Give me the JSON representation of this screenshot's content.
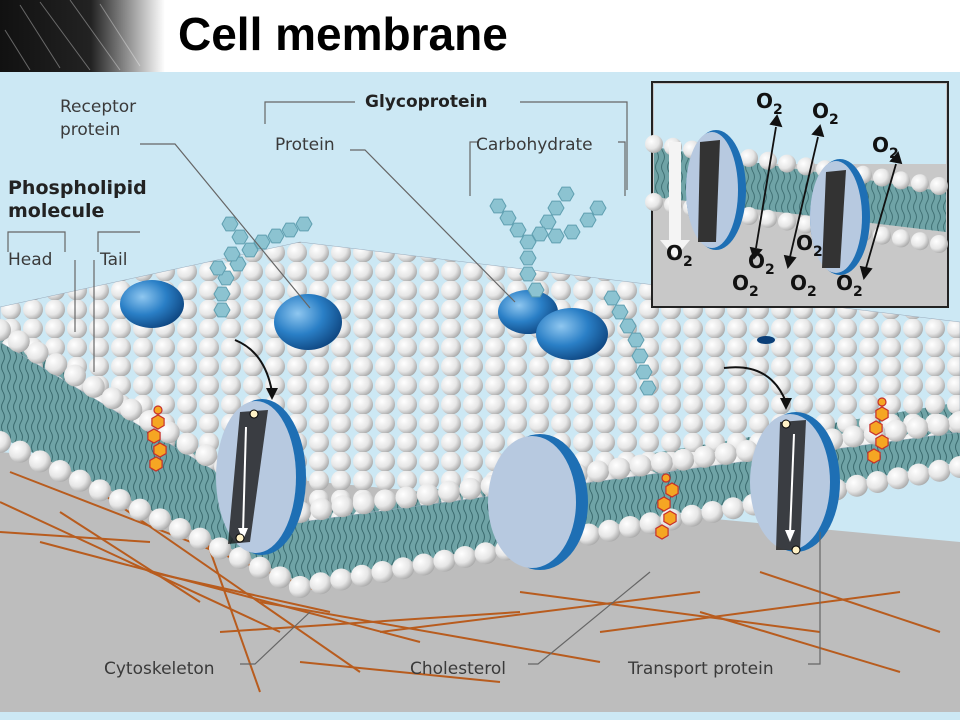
{
  "title": "Cell membrane",
  "labels": {
    "receptor_protein_line1": "Receptor",
    "receptor_protein_line2": "protein",
    "glycoprotein": "Glycoprotein",
    "protein": "Protein",
    "carbohydrate": "Carbohydrate",
    "phospholipid_line1": "Phospholipid",
    "phospholipid_line2": "molecule",
    "head": "Head",
    "tail": "Tail",
    "cytoskeleton": "Cytoskeleton",
    "cholesterol": "Cholesterol",
    "transport_protein": "Transport protein"
  },
  "inset": {
    "molecule": "O",
    "subscript": "2"
  },
  "colors": {
    "background": "#cce8f4",
    "membrane_core": "#6fa3a6",
    "head_sphere": "#f2f2f2",
    "protein_blue": "#1e6fb4",
    "transport_face": "#b7c9e0",
    "cholesterol": "#f5a623",
    "cytoskeleton": "#b85c1e",
    "inset_bg": "#c8c8c8",
    "carbohydrate": "#8cc3d1"
  }
}
